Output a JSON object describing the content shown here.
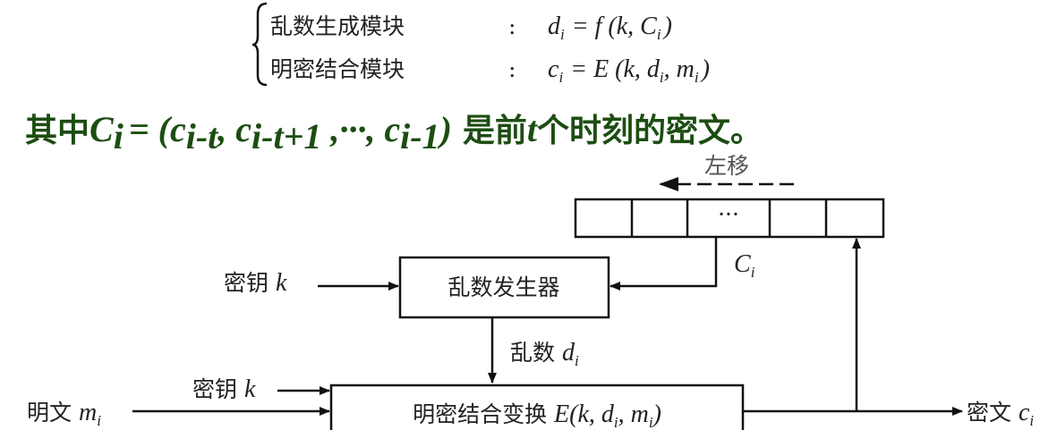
{
  "definitions": [
    {
      "name": "乱数生成模块",
      "sep": ":",
      "formula": "d",
      "sub": "i",
      "rhs": "= f (k, C",
      "rhs_sub": "i",
      "close": ")"
    },
    {
      "name": "明密结合模块",
      "sep": ":",
      "formula": "c",
      "sub": "i",
      "rhs": "= E (k, d",
      "rhs_sub": "i",
      "rhs2": ", m",
      "rhs2_sub": "i",
      "close": ")"
    }
  ],
  "note": {
    "prefix": "其中",
    "C": "C",
    "C_sub": "i",
    "eq": "= (c",
    "s1": "i-t",
    "m1": ", c",
    "s2": "i-t+1",
    "m2": " ,···, c",
    "s3": "i-1",
    "close": ")",
    "suffix": "是前",
    "t": "t",
    "suffix2": "个时刻的密文。"
  },
  "diagram": {
    "shift_label": "左移",
    "register_dots": "···",
    "ci_label": "C",
    "ci_sub": "i",
    "key_label_1": "密钥 ",
    "key_var": "k",
    "generator_label": "乱数发生器",
    "random_label": "乱数 ",
    "random_var": "d",
    "random_sub": "i",
    "key_label_2": "密钥 ",
    "plaintext_label": "明文 ",
    "plaintext_var": "m",
    "plaintext_sub": "i",
    "combiner_label": "明密结合变换 ",
    "combiner_formula": "E(k, d",
    "combiner_sub1": "i",
    "combiner_mid": ", m",
    "combiner_sub2": "i",
    "combiner_close": ")",
    "ciphertext_label": "密文 ",
    "ciphertext_var": "c",
    "ciphertext_sub": "i"
  }
}
